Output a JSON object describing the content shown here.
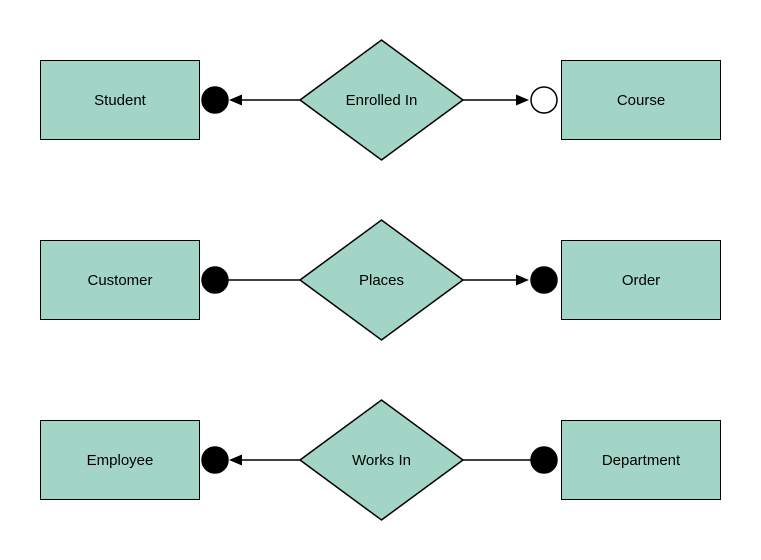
{
  "diagram": {
    "title": "Entity-Relationship notation diagram",
    "background_color": "#ffffff",
    "shape_fill_color": "#a2d5c5",
    "shape_stroke_color": "#000000",
    "rows": [
      {
        "left_entity": "Student",
        "relationship": "Enrolled In",
        "right_entity": "Course",
        "left_terminator": "filled-circle",
        "left_arrowhead": "pointing-left",
        "right_terminator": "open-circle",
        "right_arrowhead": "pointing-right"
      },
      {
        "left_entity": "Customer",
        "relationship": "Places",
        "right_entity": "Order",
        "left_terminator": "filled-circle",
        "left_arrowhead": "none",
        "right_terminator": "filled-circle",
        "right_arrowhead": "pointing-right"
      },
      {
        "left_entity": "Employee",
        "relationship": "Works In",
        "right_entity": "Department",
        "left_terminator": "filled-circle",
        "left_arrowhead": "pointing-left",
        "right_terminator": "filled-circle",
        "right_arrowhead": "none"
      }
    ]
  }
}
